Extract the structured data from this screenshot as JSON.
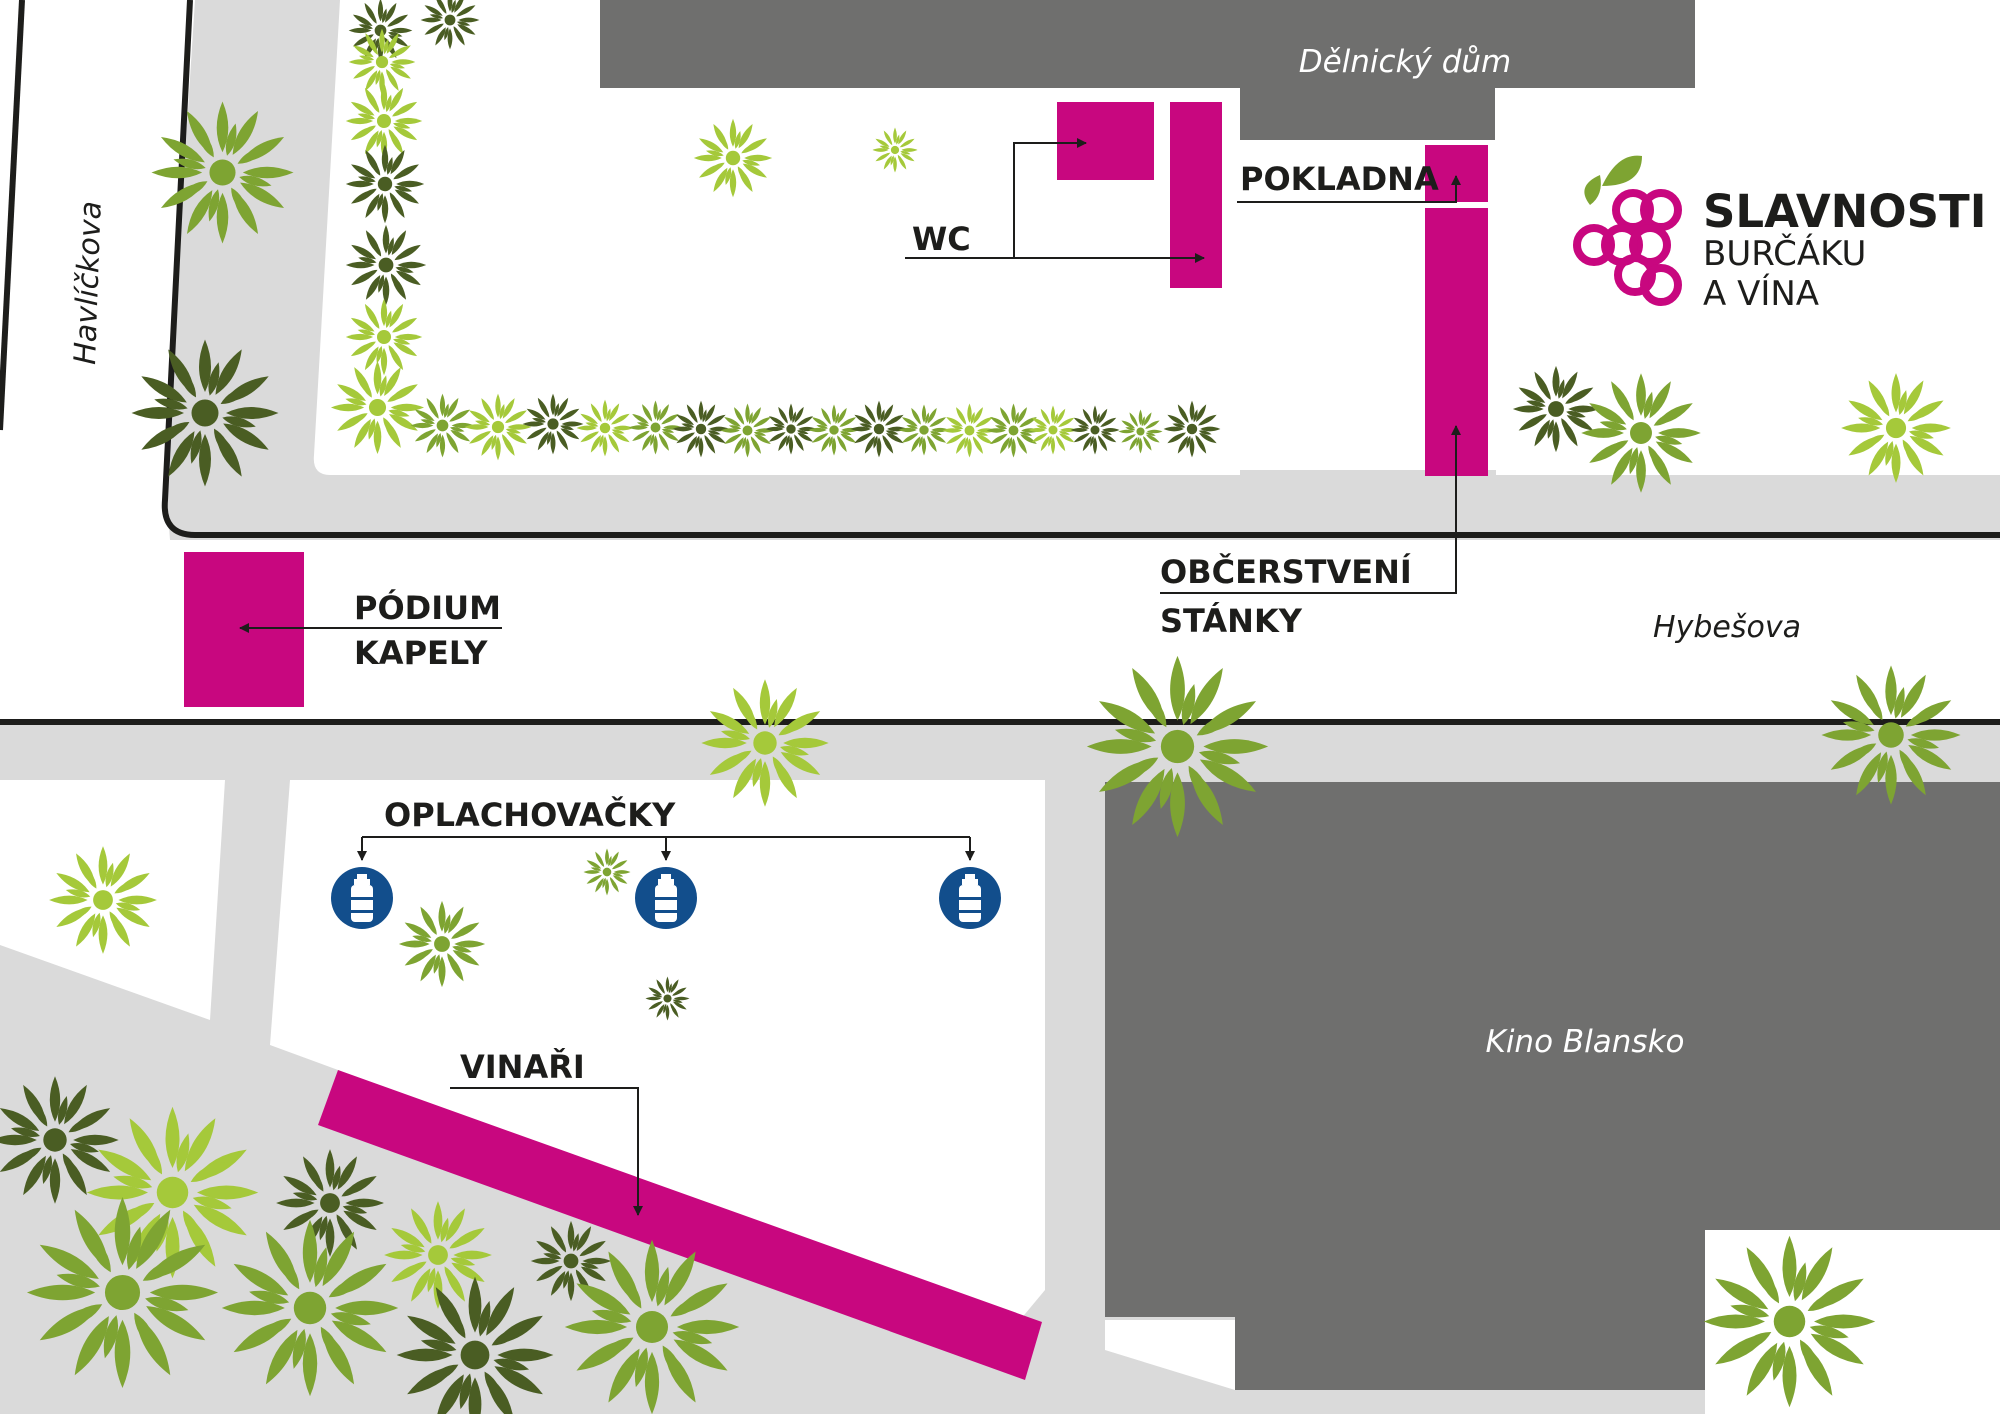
{
  "map": {
    "streets": {
      "havlickova": "Havlíčkova",
      "hybesova": "Hybešova"
    },
    "buildings": {
      "delnicky_dum": "Dělnický dům",
      "kino_blansko": "Kino Blansko"
    },
    "labels": {
      "wc": "WC",
      "pokladna": "POKLADNA",
      "obcerstveni": "OBČERSTVENÍ",
      "stanky": "STÁNKY",
      "podium": "PÓDIUM",
      "kapely": "KAPELY",
      "oplachovacky": "OPLACHOVAČKY",
      "vinari": "VINAŘI"
    },
    "logo": {
      "line1": "SLAVNOSTI",
      "line2": "BURČÁKU",
      "line3": "A VÍNA"
    },
    "icons": {
      "rinse_station": "water-bottle-icon",
      "tree": "tree-icon",
      "logo": "grapes-icon"
    },
    "colors": {
      "venue": "#c8077f",
      "building": "#6f6f6e",
      "road": "#dadada",
      "outline": "#1d1d1b",
      "tree_light": "#a5c93a",
      "tree_mid": "#7ea432",
      "tree_dark": "#4a5d23",
      "icon_blue": "#124e8c"
    }
  }
}
